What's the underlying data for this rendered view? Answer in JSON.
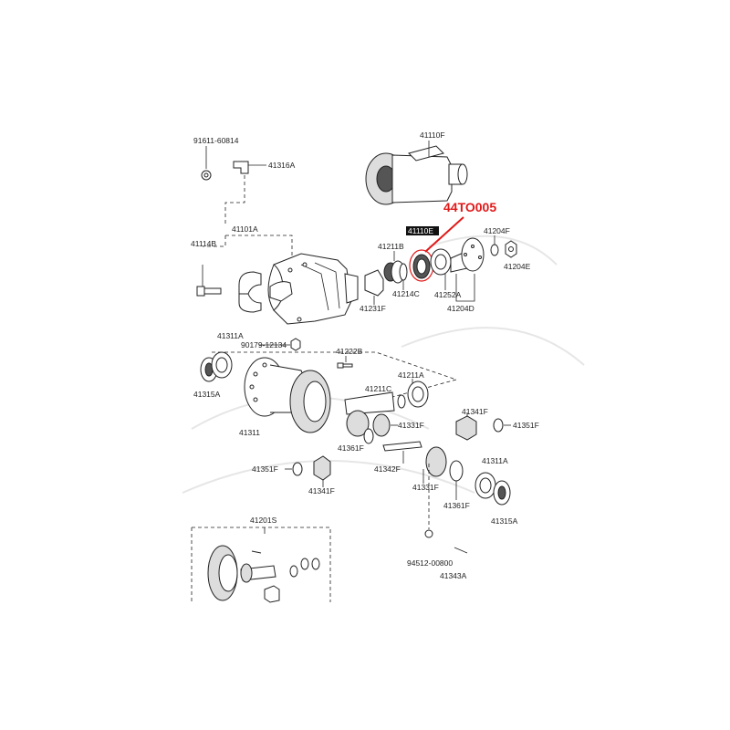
{
  "highlight": {
    "part_number": "44TO005",
    "color": "#e11919"
  },
  "labels": {
    "p91611": "91611-60814",
    "p41316A": "41316A",
    "p41110F": "41110F",
    "p41101A": "41101A",
    "p41114B": "41114B",
    "p41211B": "41211B",
    "p41110E": "41110E",
    "p41204F": "41204F",
    "p41204E": "41204E",
    "p41214C": "41214C",
    "p41252A": "41252A",
    "p41231F": "41231F",
    "p41204D": "41204D",
    "p41311A_top": "41311A",
    "p90179": "90179-12134",
    "p41222B": "41222B",
    "p41315A_left": "41315A",
    "p41211A": "41211A",
    "p41211C": "41211C",
    "p41341F_right": "41341F",
    "p41351F_right": "41351F",
    "p41311": "41311",
    "p41331F_mid": "41331F",
    "p41361F_left": "41361F",
    "p41342F": "41342F",
    "p41351F_left": "41351F",
    "p41341F_left": "41341F",
    "p41331F_low": "41331F",
    "p41311A_right": "41311A",
    "p41361F_right": "41361F",
    "p41315A_right": "41315A",
    "p41201S": "41201S",
    "p94512": "94512-00800",
    "p41343A": "41343A"
  }
}
